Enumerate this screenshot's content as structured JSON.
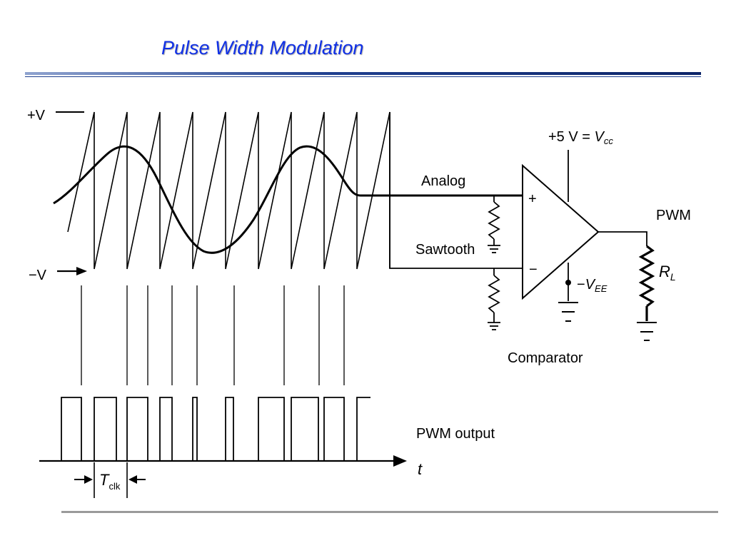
{
  "slide": {
    "title": "Pulse Width Modulation",
    "accent_color": "#1030e6",
    "rule_color": "#1f3f8f",
    "footer_rule_color": "#999999"
  },
  "diagram": {
    "plus_v": "+V",
    "minus_v": "−V",
    "analog": "Analog",
    "sawtooth": "Sawtooth",
    "vcc_prefix": "+5 V = ",
    "vcc_v": "V",
    "vcc_sub": "cc",
    "plus_sign": "+",
    "minus_sign": "−",
    "vee_prefix": "−",
    "vee_v": "V",
    "vee_sub": "EE",
    "pwm": "PWM",
    "rl_r": "R",
    "rl_sub": "L",
    "comparator": "Comparator",
    "pwm_output": "PWM output",
    "t_axis": "t",
    "tclk_t": "T",
    "tclk_sub": "clk"
  }
}
